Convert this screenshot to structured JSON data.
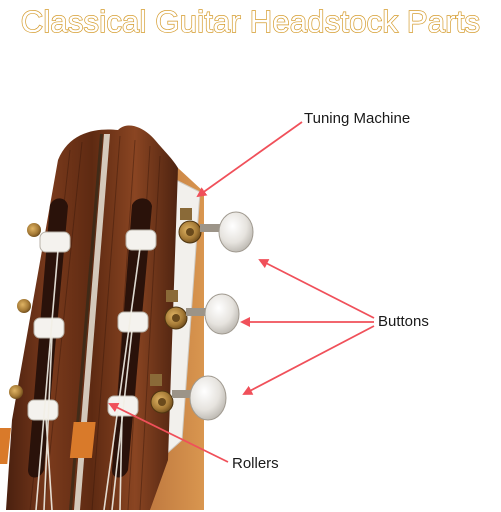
{
  "title": "Classical Guitar Headstock Parts",
  "labels": {
    "tuning_machine": "Tuning Machine",
    "buttons": "Buttons",
    "rollers": "Rollers"
  },
  "colors": {
    "title_outline": "#d49a2a",
    "arrow": "#f0505a",
    "wood_dark": "#5a2a14",
    "wood_mid": "#8a4422",
    "button_pearl": "#e9e6e1",
    "gear_brass": "#a07634"
  }
}
